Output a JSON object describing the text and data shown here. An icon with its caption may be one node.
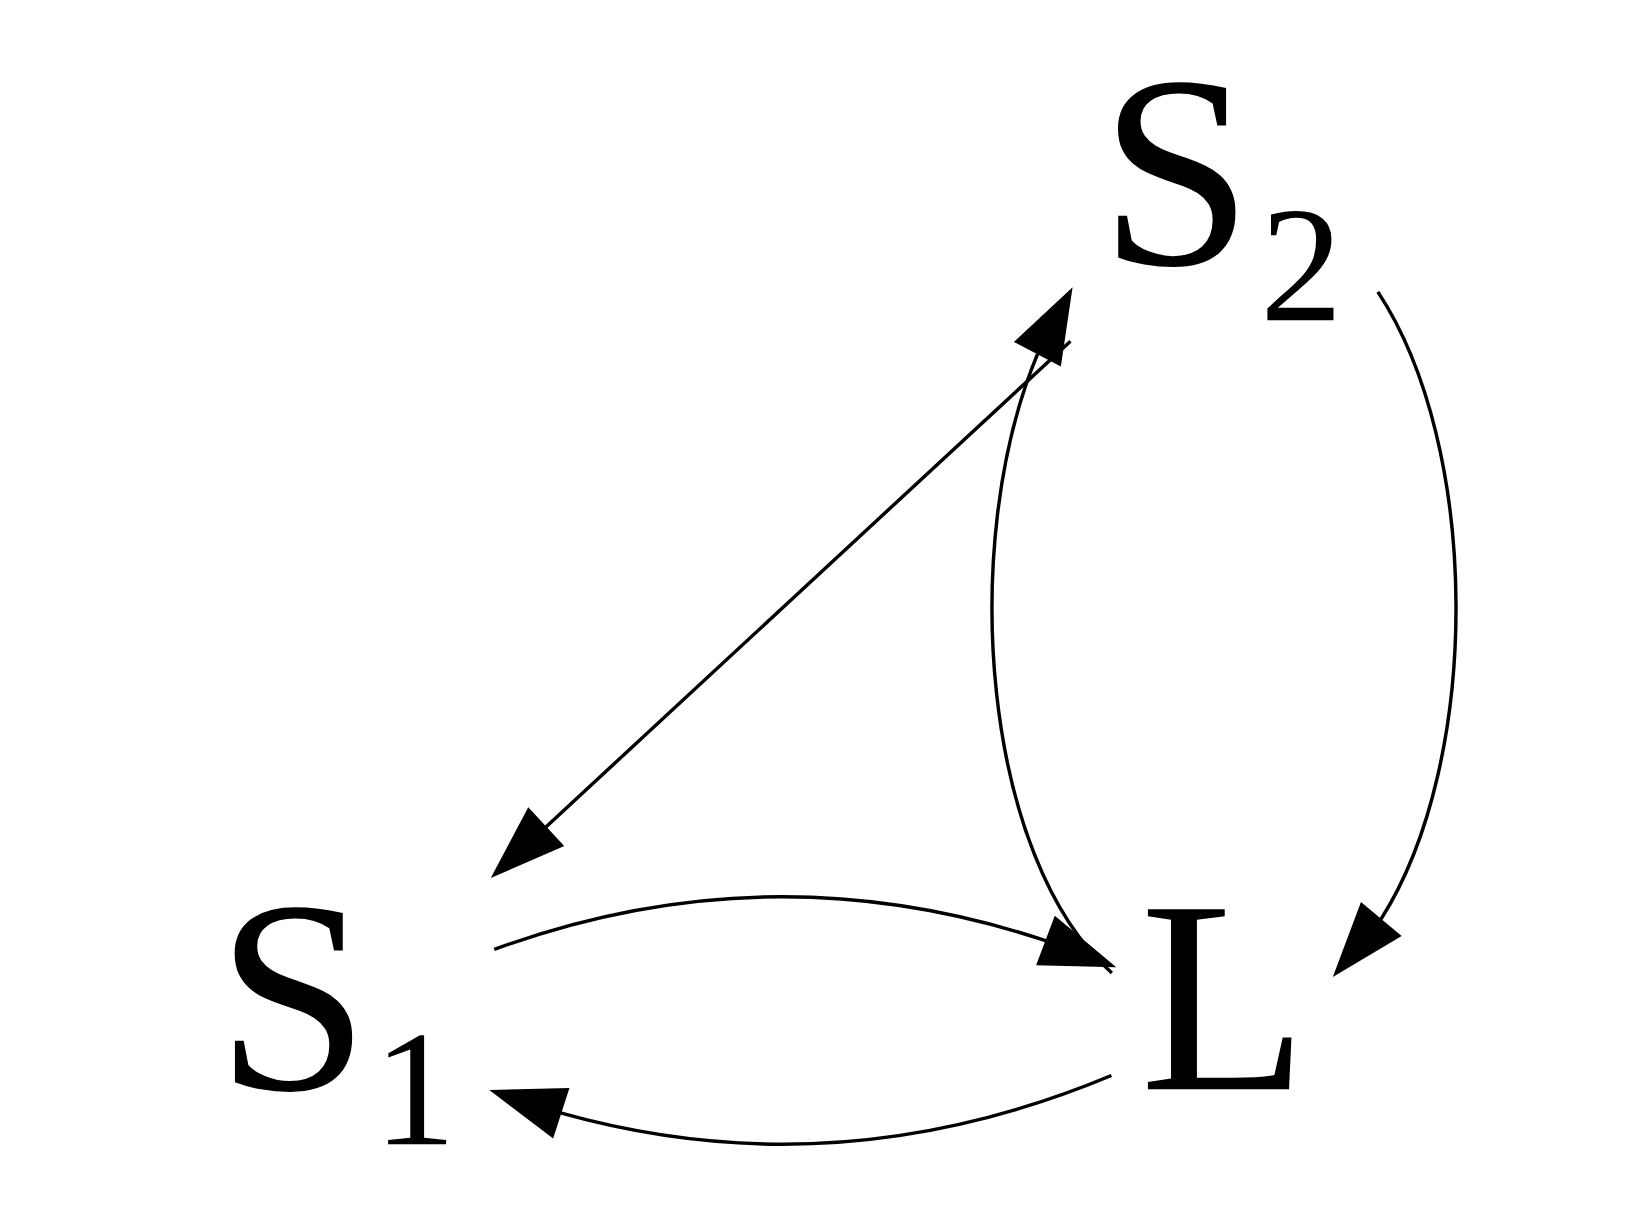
{
  "diagram": {
    "nodes": [
      {
        "text": [
          "S₁"
        ]
      },
      {
        "text": [
          "L"
        ]
      },
      {
        "text": [
          "S₂"
        ]
      }
    ],
    "edges": [
      {
        "from": 0,
        "to": 1,
        "arrow": "to"
      },
      {
        "from": 1,
        "to": 0,
        "arrow": "to"
      },
      {
        "from": 2,
        "to": 0,
        "arrow": "to"
      },
      {
        "from": 2,
        "to": 1,
        "arrow": "to"
      },
      {
        "from": 1,
        "to": 2,
        "arrow": "to"
      }
    ]
  }
}
